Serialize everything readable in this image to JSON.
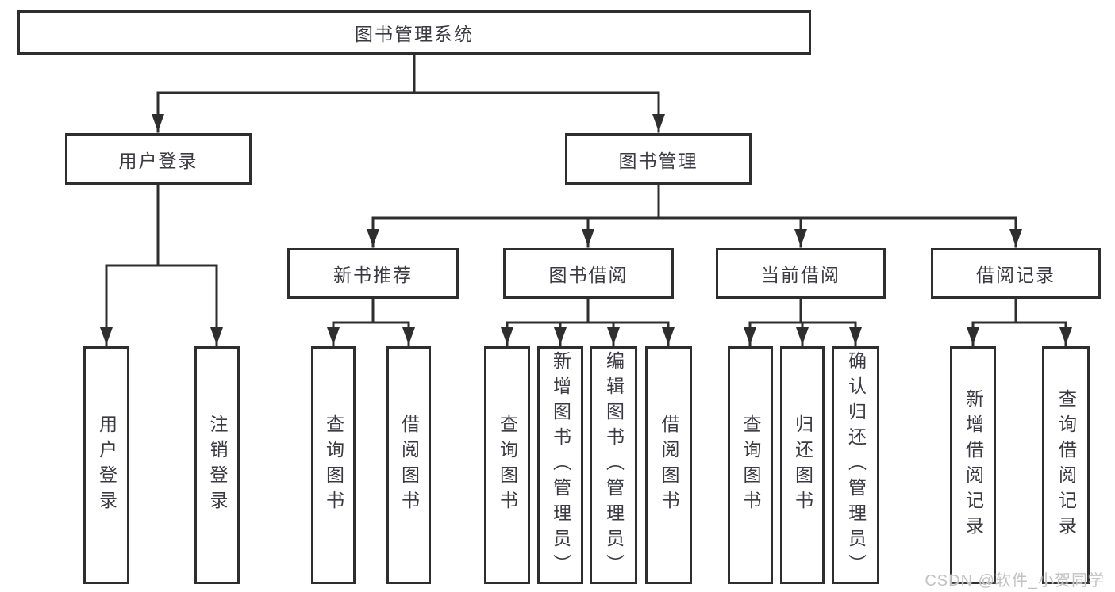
{
  "tree": {
    "root": {
      "label": "图书管理系统"
    },
    "branches": [
      {
        "label": "用户登录",
        "children": [
          {
            "label": "用户登录"
          },
          {
            "label": "注销登录"
          }
        ]
      },
      {
        "label": "图书管理",
        "sections": [
          {
            "label": "新书推荐",
            "children": [
              {
                "label": "查询图书"
              },
              {
                "label": "借阅图书"
              }
            ]
          },
          {
            "label": "图书借阅",
            "children": [
              {
                "label": "查询图书"
              },
              {
                "label": "新增图书（管理员）"
              },
              {
                "label": "编辑图书（管理员）"
              },
              {
                "label": "借阅图书"
              }
            ]
          },
          {
            "label": "当前借阅",
            "children": [
              {
                "label": "查询图书"
              },
              {
                "label": "归还图书"
              },
              {
                "label": "确认归还（管理员）"
              }
            ]
          },
          {
            "label": "借阅记录",
            "children": [
              {
                "label": "新增借阅记录"
              },
              {
                "label": "查询借阅记录"
              }
            ]
          }
        ]
      }
    ]
  },
  "watermark": "CSDN @软件_小贺同学",
  "colors": {
    "line": "#2e2e2e",
    "box_border": "#2e2e2e",
    "text": "#3a3a42",
    "watermark": "#c3c3c3",
    "background": "#ffffff"
  }
}
